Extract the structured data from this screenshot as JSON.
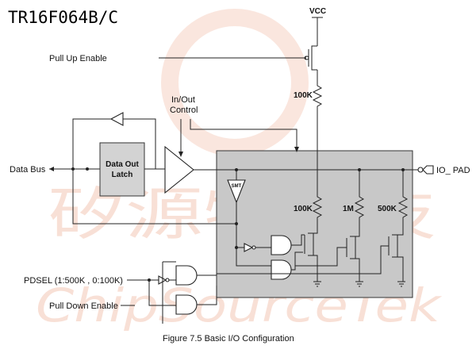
{
  "header": {
    "title": "TR16F064B/C"
  },
  "labels": {
    "vcc": "VCC",
    "pull_up_enable": "Pull Up Enable",
    "in_out_control_line1": "In/Out",
    "in_out_control_line2": "Control",
    "data_bus": "Data Bus",
    "data_out_latch_line1": "Data Out",
    "data_out_latch_line2": "Latch",
    "io_pad": "IO_ PAD",
    "smt": "SMT",
    "pdsel": "PDSEL (1:500K , 0:100K)",
    "pull_down_enable": "Pull Down Enable",
    "res_pullup": "100K",
    "res_100k": "100K",
    "res_1m": "1M",
    "res_500k": "500K"
  },
  "caption": "Figure 7.5    Basic I/O Configuration",
  "watermark": {
    "cjk": "矽源特科技",
    "latin": "ChipSourceTek",
    "color": "#f3c7b6"
  }
}
